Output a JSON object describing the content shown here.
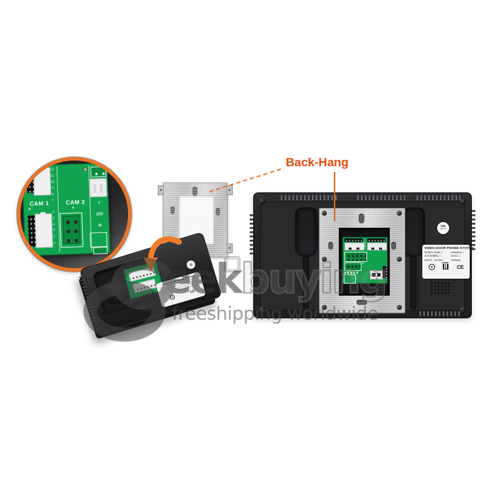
{
  "annotation": {
    "back_hang": "Back-Hang"
  },
  "inset_pcb": {
    "cam1": "CAM 1",
    "cam1_polarity": "+",
    "cam2": "CAM 2",
    "cam2_pointer": "▼",
    "pin_numbers_upper": "12\n11\n10\n9\n8\n7",
    "pin_numbers_lower": "6\n5\n4\n3\n2\n1",
    "power_terminal": "+\n15V\nN"
  },
  "main_device": {
    "ok_button": {
      "line1": "OK",
      "line2": "Reset"
    },
    "window_pcb": {
      "cam1": "CAM 1",
      "cam2": "CAM 2"
    },
    "spec_label": {
      "title": "VIDEO DOOR PHONE SYSTEM",
      "rows": [
        {
          "name": "MODEL:",
          "v1": "816A □",
          "v2": "816MKW □"
        },
        {
          "name": "SYSTEM:",
          "v1": "PAL □",
          "v2": "NTSC □"
        },
        {
          "name": "INPUT:",
          "v1": "DC15V",
          "v2": "1000mA"
        }
      ],
      "ce": "CE"
    }
  },
  "tilted_device": {
    "label_title": "VIDEO DOOR PHONE SYSTEM",
    "ce": "CE"
  },
  "watermark": {
    "brand_solid": "eek",
    "brand_outline": "buying",
    "tagline": "freeshipping worldwide"
  },
  "colors": {
    "accent_orange": "#E8762A",
    "callout_text": "#E8490E",
    "pcb_green": "#12A350",
    "aluminum": "#C9C9C9",
    "device_black": "#232326",
    "watermark_gray": "#909090"
  }
}
